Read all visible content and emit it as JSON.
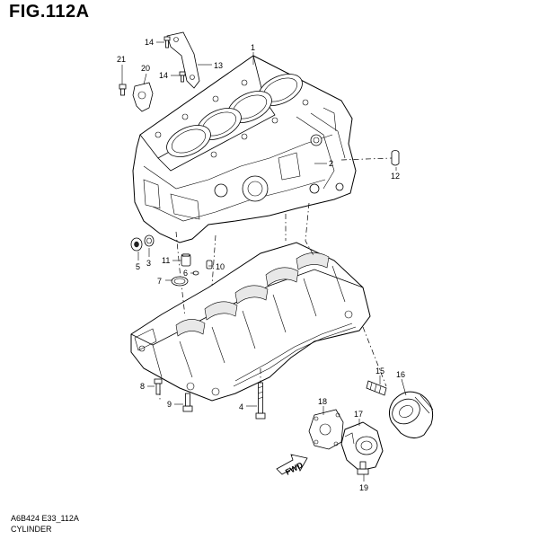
{
  "header": {
    "figure_title": "FIG.112A"
  },
  "footer": {
    "diagram_code": "A6B424 E33_112A",
    "section_name": "CYLINDER"
  },
  "direction_marker": {
    "label": "FWD"
  },
  "callouts": [
    {
      "id": "p1",
      "label": "1"
    },
    {
      "id": "p2",
      "label": "2"
    },
    {
      "id": "p3",
      "label": "3"
    },
    {
      "id": "p4",
      "label": "4"
    },
    {
      "id": "p5",
      "label": "5"
    },
    {
      "id": "p6",
      "label": "6"
    },
    {
      "id": "p7",
      "label": "7"
    },
    {
      "id": "p8",
      "label": "8"
    },
    {
      "id": "p9",
      "label": "9"
    },
    {
      "id": "p10",
      "label": "10"
    },
    {
      "id": "p11",
      "label": "11"
    },
    {
      "id": "p12",
      "label": "12"
    },
    {
      "id": "p13",
      "label": "13"
    },
    {
      "id": "p14a",
      "label": "14"
    },
    {
      "id": "p14b",
      "label": "14"
    },
    {
      "id": "p15",
      "label": "15"
    },
    {
      "id": "p16",
      "label": "16"
    },
    {
      "id": "p17",
      "label": "17"
    },
    {
      "id": "p18",
      "label": "18"
    },
    {
      "id": "p19",
      "label": "19"
    },
    {
      "id": "p20",
      "label": "20"
    },
    {
      "id": "p21",
      "label": "21"
    }
  ]
}
